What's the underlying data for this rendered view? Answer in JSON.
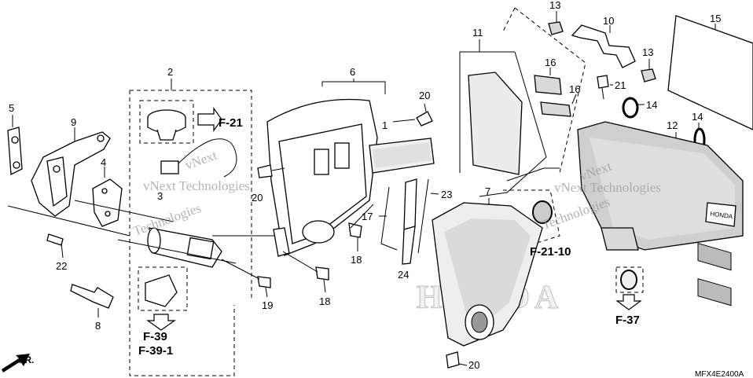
{
  "diagram": {
    "callouts": [
      {
        "id": "c1",
        "text": "1"
      },
      {
        "id": "c2",
        "text": "2"
      },
      {
        "id": "c3",
        "text": "3"
      },
      {
        "id": "c4",
        "text": "4"
      },
      {
        "id": "c5",
        "text": "5"
      },
      {
        "id": "c6",
        "text": "6"
      },
      {
        "id": "c7",
        "text": "7"
      },
      {
        "id": "c8",
        "text": "8"
      },
      {
        "id": "c9",
        "text": "9"
      },
      {
        "id": "c10",
        "text": "10"
      },
      {
        "id": "c11",
        "text": "11"
      },
      {
        "id": "c12",
        "text": "12"
      },
      {
        "id": "c13a",
        "text": "13"
      },
      {
        "id": "c13b",
        "text": "13"
      },
      {
        "id": "c14a",
        "text": "14"
      },
      {
        "id": "c14b",
        "text": "14"
      },
      {
        "id": "c15",
        "text": "15"
      },
      {
        "id": "c16a",
        "text": "16"
      },
      {
        "id": "c16b",
        "text": "16"
      },
      {
        "id": "c17",
        "text": "17"
      },
      {
        "id": "c18a",
        "text": "18"
      },
      {
        "id": "c18b",
        "text": "18"
      },
      {
        "id": "c19",
        "text": "19"
      },
      {
        "id": "c20a",
        "text": "20"
      },
      {
        "id": "c20b",
        "text": "20"
      },
      {
        "id": "c20c",
        "text": "20"
      },
      {
        "id": "c21",
        "text": "21"
      },
      {
        "id": "c22",
        "text": "22"
      },
      {
        "id": "c23",
        "text": "23"
      },
      {
        "id": "c24",
        "text": "24"
      }
    ],
    "references": {
      "f21": "F-21",
      "f21_10": "F-21-10",
      "f37": "F-37",
      "f39": "F-39",
      "f39_1": "F-39-1"
    },
    "front_marker": "FR.",
    "diagram_code": "MFX4E2400A",
    "watermark": {
      "line1": "vNext Technologies",
      "line2": "vNext",
      "line3": "Technologies"
    },
    "brand_mark": "HONDA",
    "emblem_text": "HONDA"
  }
}
